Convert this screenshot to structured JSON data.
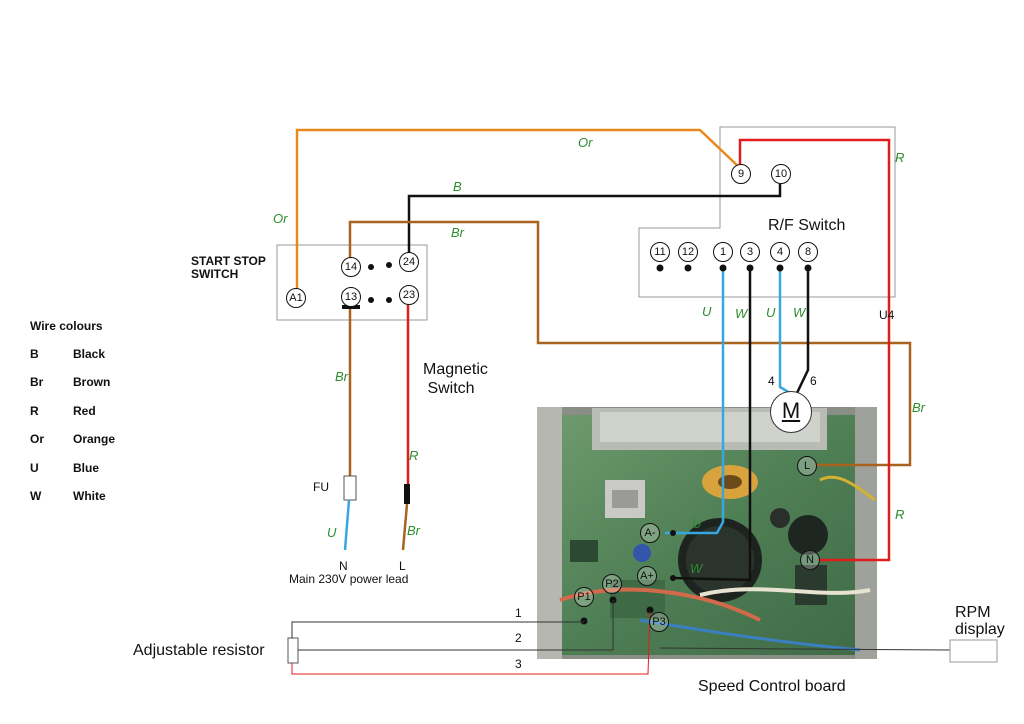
{
  "start_stop": {
    "title": "START STOP\nSWITCH",
    "terminals": [
      "14",
      "24",
      "A1",
      "13",
      "23"
    ]
  },
  "rf_switch": {
    "title": "R/F Switch",
    "terminals": [
      "9",
      "10",
      "11",
      "12",
      "1",
      "3",
      "4",
      "8"
    ]
  },
  "magnetic_switch": "Magnetic\n Switch",
  "motor": {
    "symbol": "M",
    "lead_a": "4",
    "lead_b": "6"
  },
  "board": {
    "title": "Speed Control board",
    "terminals": [
      "L",
      "A-",
      "A+",
      "N",
      "P1",
      "P2",
      "P3"
    ]
  },
  "resistor": {
    "title": "Adjustable resistor",
    "wires": [
      "1",
      "2",
      "3"
    ]
  },
  "rpm_display": "RPM\ndisplay",
  "mains": {
    "fuse": "FU",
    "neutral": "N",
    "live": "L",
    "caption": "Main 230V power lead"
  },
  "u4": "U4",
  "wire_codes": {
    "orange": "Or",
    "black": "B",
    "brown": "Br",
    "red": "R",
    "blue": "U",
    "white": "W"
  },
  "legend": {
    "title": "Wire colours",
    "items": [
      {
        "code": "B",
        "name": "Black"
      },
      {
        "code": "Br",
        "name": "Brown"
      },
      {
        "code": "R",
        "name": "Red"
      },
      {
        "code": "Or",
        "name": "Orange"
      },
      {
        "code": "U",
        "name": "Blue"
      },
      {
        "code": "W",
        "name": "White"
      }
    ]
  },
  "colors": {
    "orange": "#e8891e",
    "black": "#111111",
    "brown": "#a8641e",
    "red": "#e01c1c",
    "blue": "#3aa6e0",
    "label_green": "#2e8b2e"
  }
}
